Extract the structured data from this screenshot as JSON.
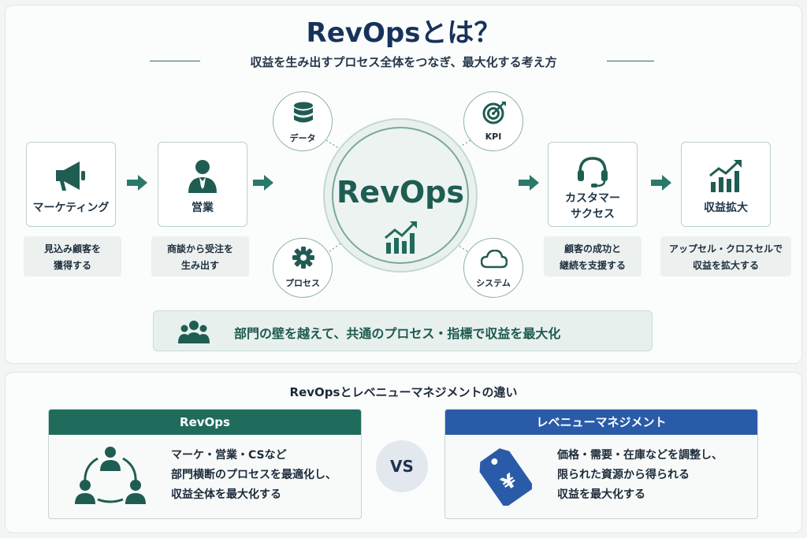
{
  "title": "RevOpsとは？",
  "subtitle": "収益を生み出すプロセス全体をつなぎ、最大化する考え方",
  "flow": {
    "marketing": {
      "label": "マーケティング",
      "desc1": "見込み顧客を",
      "desc2": "獲得する"
    },
    "sales": {
      "label": "営業",
      "desc1": "商談から受注を",
      "desc2": "生み出す"
    },
    "cs": {
      "label1": "カスタマー",
      "label2": "サクセス",
      "desc1": "顧客の成功と",
      "desc2": "継続を支援する"
    },
    "revenue": {
      "label": "収益拡大",
      "desc1": "アップセル・クロスセルで",
      "desc2": "収益を拡大する"
    }
  },
  "center": {
    "label": "RevOps",
    "nodes": {
      "data": "データ",
      "kpi": "KPI",
      "process": "プロセス",
      "system": "システム"
    }
  },
  "banner": "部門の壁を越えて、共通のプロセス・指標で収益を最大化",
  "comparison": {
    "title": "RevOpsとレベニューマネジメントの違い",
    "vs": "VS",
    "left": {
      "title": "RevOps",
      "line1": "マーケ・営業・CSなど",
      "line2": "部門横断のプロセスを最適化し、",
      "line3": "収益全体を最大化する"
    },
    "right": {
      "title": "レベニューマネジメント",
      "line1": "価格・需要・在庫などを調整し、",
      "line2": "限られた資源から得られる",
      "line3": "収益を最大化する"
    }
  },
  "colors": {
    "green": "#1f6b5c",
    "navy": "#17335a",
    "blue": "#2a5ba8"
  }
}
